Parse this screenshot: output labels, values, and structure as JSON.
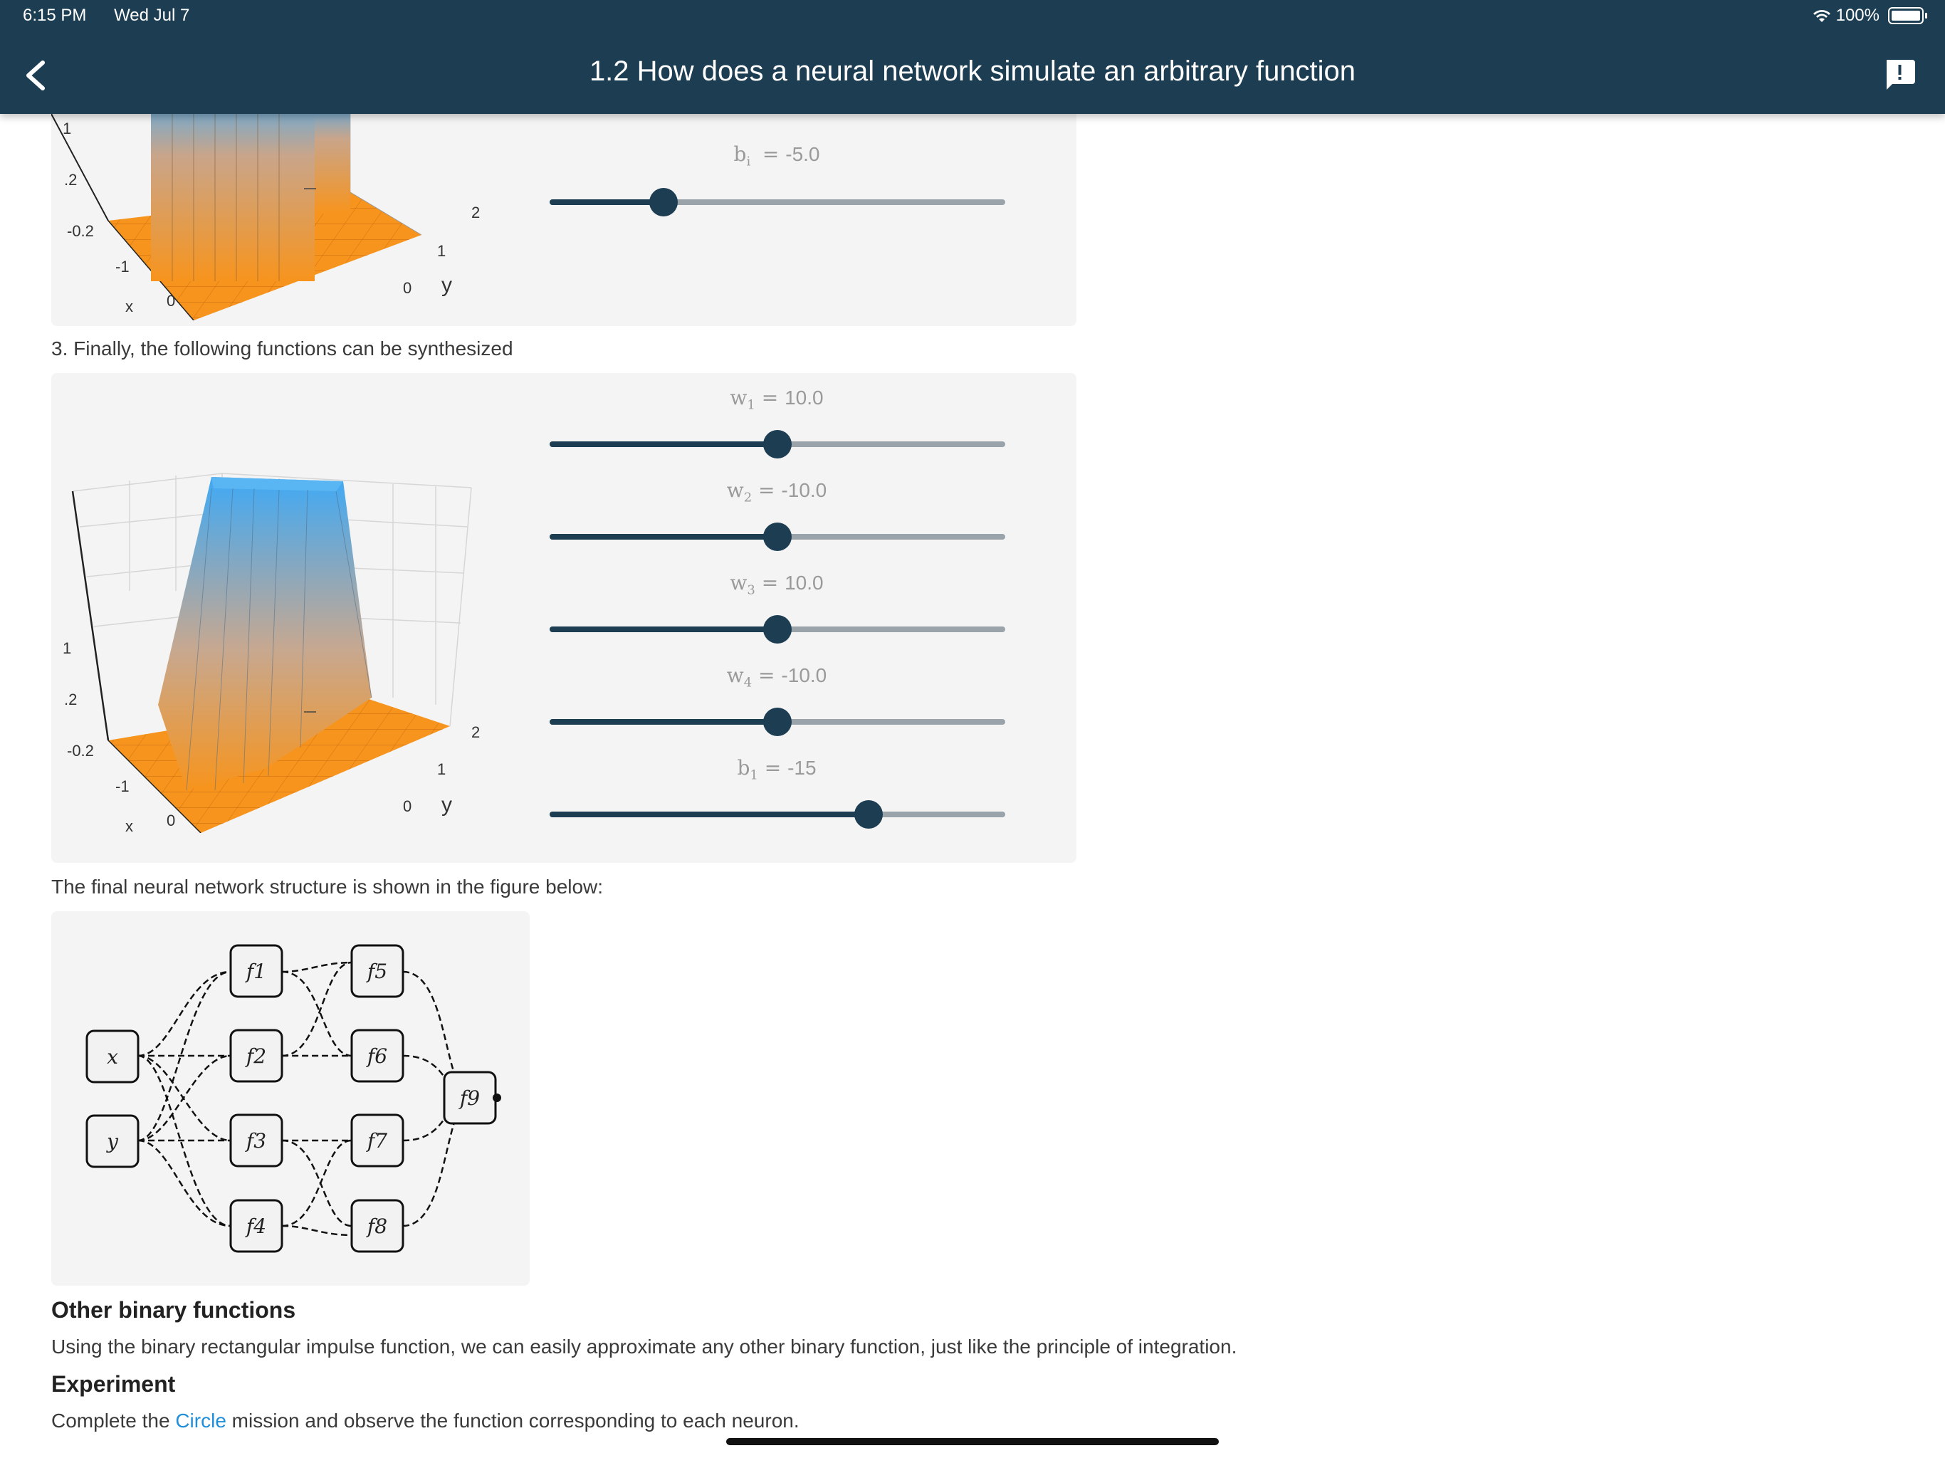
{
  "status_bar": {
    "time": "6:15 PM",
    "date": "Wed Jul 7",
    "battery": "100%"
  },
  "header": {
    "title": "1.2 How does a neural network simulate an arbitrary function"
  },
  "top_panel": {
    "slider": {
      "label_var": "b",
      "label_sub": "i",
      "label_value": "-5.0",
      "position": 0.25
    },
    "axis": {
      "z_ticks": [
        "1",
        ".2",
        "-0.2"
      ],
      "x_ticks": [
        "-1",
        "0"
      ],
      "y_ticks": [
        "2",
        "1",
        "0"
      ],
      "x_label": "x",
      "y_label": "y"
    }
  },
  "step3": {
    "text": "3. Finally, the following functions can be synthesized"
  },
  "mid_panel": {
    "sliders": [
      {
        "label_var": "w",
        "label_sub": "1",
        "label_value": "10.0",
        "position": 0.5
      },
      {
        "label_var": "w",
        "label_sub": "2",
        "label_value": "-10.0",
        "position": 0.5
      },
      {
        "label_var": "w",
        "label_sub": "3",
        "label_value": "10.0",
        "position": 0.5
      },
      {
        "label_var": "w",
        "label_sub": "4",
        "label_value": "-10.0",
        "position": 0.5
      },
      {
        "label_var": "b",
        "label_sub": "1",
        "label_value": "-15",
        "position": 0.7
      }
    ],
    "axis": {
      "z_ticks": [
        "1",
        ".2",
        "-0.2"
      ],
      "x_ticks": [
        "-1",
        "0"
      ],
      "y_ticks": [
        "2",
        "1",
        "0"
      ],
      "x_label": "x",
      "y_label": "y"
    }
  },
  "structure": {
    "text": "The final neural network structure is shown in the figure below:",
    "inputs": [
      "x",
      "y"
    ],
    "hidden1": [
      "f1",
      "f2",
      "f3",
      "f4"
    ],
    "hidden2": [
      "f5",
      "f6",
      "f7",
      "f8"
    ],
    "output": [
      "f9"
    ]
  },
  "other": {
    "heading": "Other binary functions",
    "text": "Using the binary rectangular impulse function, we can easily approximate any other binary function, just like the principle of integration."
  },
  "experiment": {
    "heading": "Experiment",
    "text_before": "Complete the ",
    "link": "Circle",
    "text_after": " mission and observe the function corresponding to each neuron."
  },
  "colors": {
    "header_bg": "#1c3d52",
    "slider_fill": "#1c3d52",
    "link": "#1f8fd9",
    "panel_bg": "#f4f4f4",
    "surface_orange": "#f7941d",
    "surface_blue": "#3fa9f5"
  }
}
